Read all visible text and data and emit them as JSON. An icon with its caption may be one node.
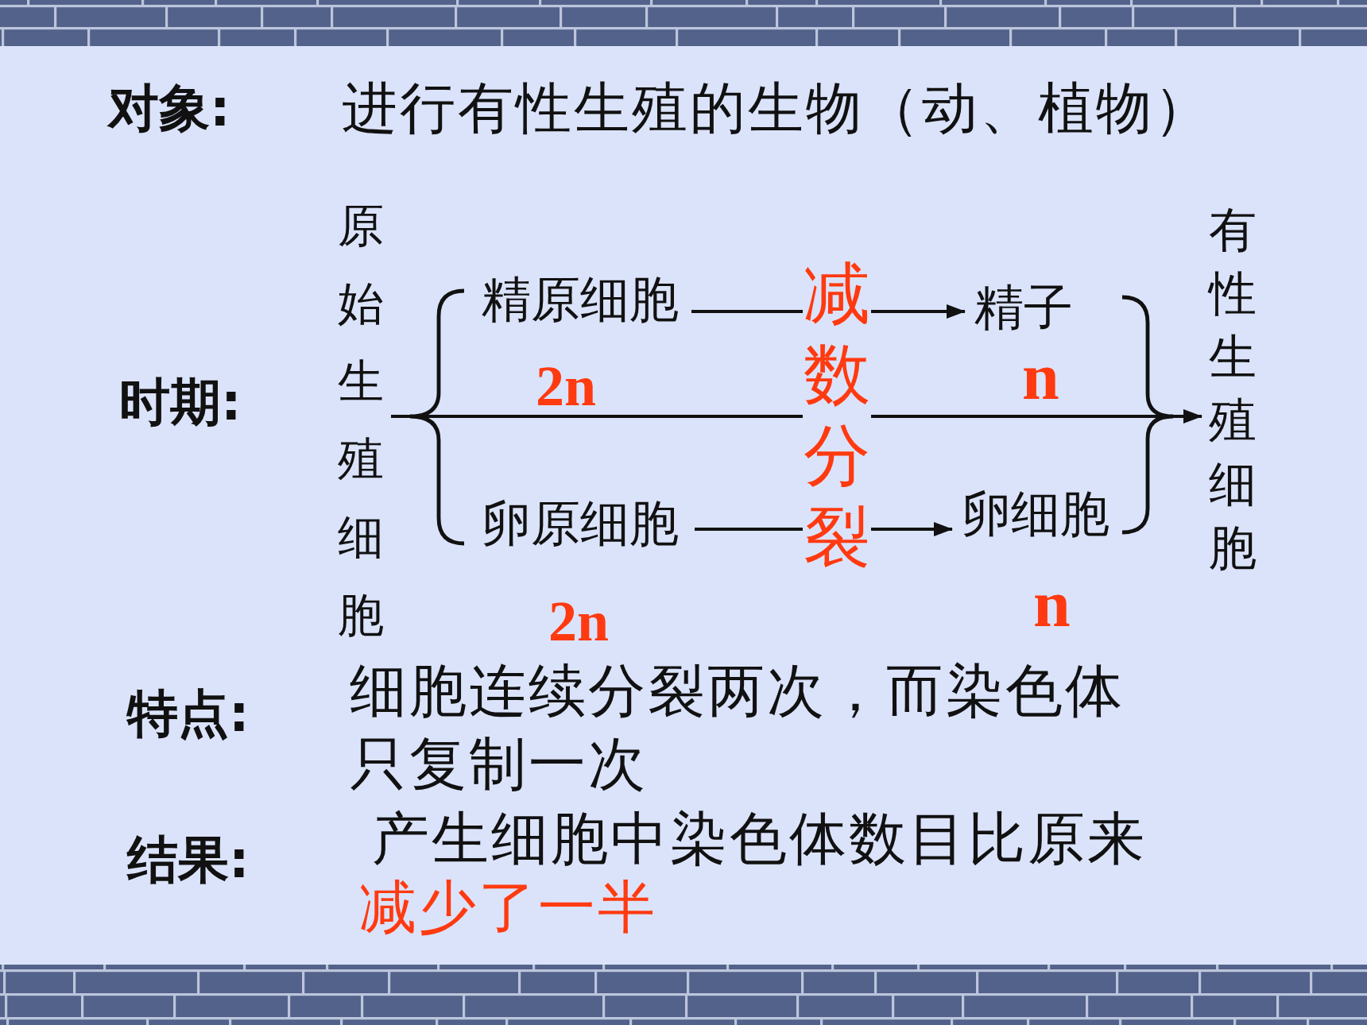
{
  "diagram": {
    "nodes": [
      {
        "text": [
          "原始生殖细胞"
        ]
      },
      {
        "text": [
          "精原细胞"
        ],
        "beside": [
          "2n"
        ]
      },
      {
        "text": [
          "精子"
        ],
        "beside": [
          "n"
        ]
      },
      {
        "text": [
          "卵原细胞"
        ],
        "beside": [
          "2n"
        ]
      },
      {
        "text": [
          "卵细胞"
        ],
        "beside": [
          "n"
        ]
      },
      {
        "text": [
          "有性生殖细胞"
        ]
      }
    ],
    "edges": [
      {
        "from": 1,
        "to": 2,
        "arrow": "to"
      },
      {
        "from": 3,
        "to": 4,
        "arrow": "to"
      },
      {
        "from": 0,
        "to": 5,
        "arrow": "to",
        "label": "减数分裂"
      }
    ],
    "labels": [
      "对象:",
      "进行有性生殖的生物（动、植物）",
      "时期:",
      "特点:",
      "细胞连续分裂两次，而染色体只复制一次",
      "结果:",
      "产生细胞中染色体数目比原来",
      "减少了一半"
    ]
  }
}
